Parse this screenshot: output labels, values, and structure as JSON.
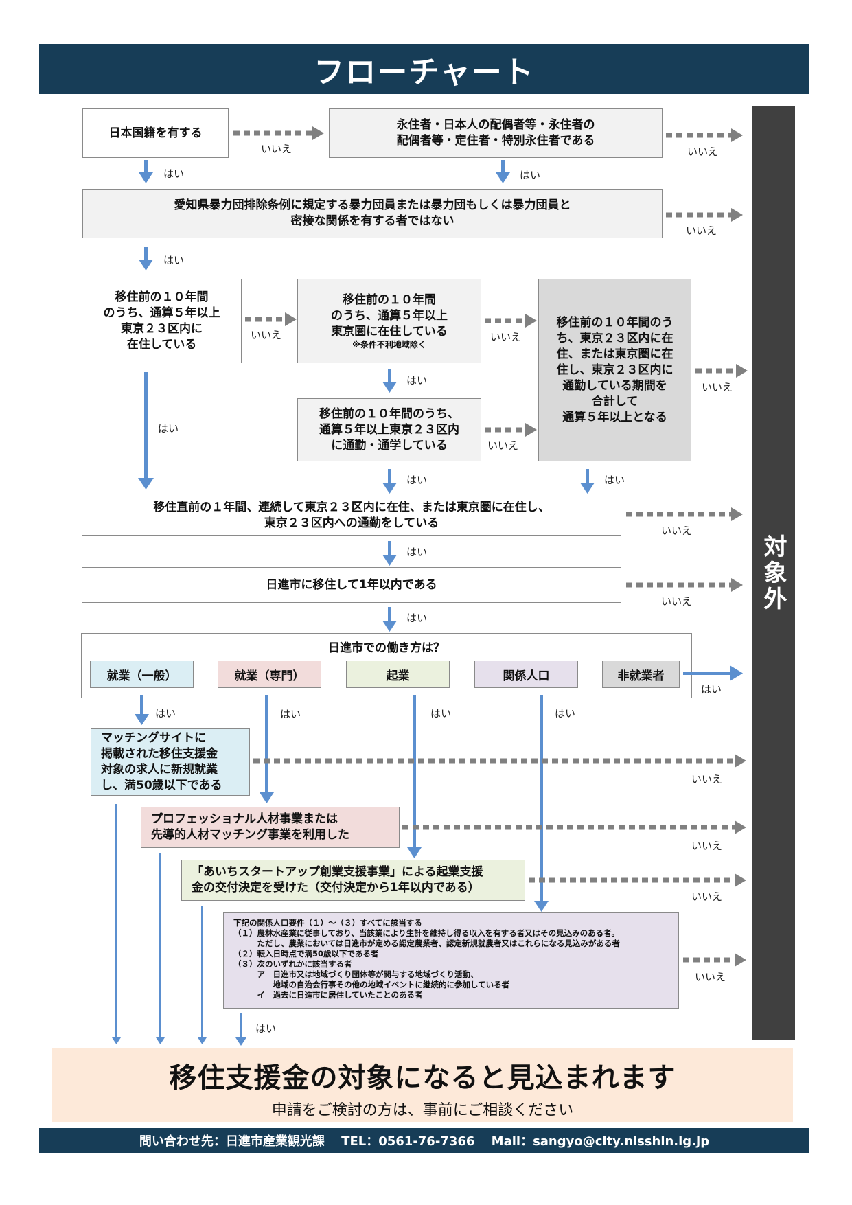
{
  "title": "フローチャート",
  "side_label": "対象外",
  "labels": {
    "yes": "はい",
    "no": "いいえ"
  },
  "boxes": {
    "nationality": "日本国籍を有する",
    "residency": [
      "永住者・日本人の配偶者等・永住者の",
      "配偶者等・定住者・特別永住者である"
    ],
    "gang": [
      "愛知県暴力団排除条例に規定する暴力団員または暴力団もしくは暴力団員と",
      "密接な関係を有する者ではない"
    ],
    "tokyo23_resident": [
      "移住前の１０年間",
      "のうち、通算５年以上",
      "東京２３区内に",
      "在住している"
    ],
    "tokyo_area_resident": [
      "移住前の１０年間",
      "のうち、通算５年以上",
      "東京圏に在住している"
    ],
    "tokyo_area_note": "※条件不利地域除く",
    "tokyo23_commute": [
      "移住前の１０年間のうち、",
      "通算５年以上東京２３区内",
      "に通勤・通学している"
    ],
    "combined": [
      "移住前の１０年間のう",
      "ち、東京２３区内に在",
      "住、または東京圏に在",
      "住し、東京２３区内に",
      "通勤している期間を",
      "合計して",
      "通算５年以上となる"
    ],
    "last_year": [
      "移住直前の１年間、連続して東京２３区内に在住、または東京圏に在住し、",
      "東京２３区内への通勤をしている"
    ],
    "within_year": "日進市に移住して1年以内である",
    "work_style": "日進市での働き方は？",
    "matching": [
      "マッチングサイトに",
      "掲載された移住支援金",
      "対象の求人に新規就業",
      "し、満50歳以下である"
    ],
    "professional": [
      "プロフェッショナル人材事業または",
      "先導的人材マッチング事業を利用した"
    ],
    "startup": [
      "「あいちスタートアップ創業支援事業」による起業支援",
      "金の交付決定を受けた（交付決定から1年以内である）"
    ]
  },
  "work_options": [
    {
      "label": "就業（一般）",
      "color": "#dbeef4"
    },
    {
      "label": "就業（専門）",
      "color": "#f2dcdb"
    },
    {
      "label": "起業",
      "color": "#ebf1de"
    },
    {
      "label": "関係人口",
      "color": "#e6e0ec"
    },
    {
      "label": "非就業者",
      "color": "#d9d9d9"
    }
  ],
  "requirements": [
    "下記の関係人口要件（１）～（３）すべてに該当する",
    "（１）農林水産業に従事しており、当該業により生計を維持し得る収入を有する者又はその見込みのある者。",
    "　　　ただし、農業においては日進市が定める認定農業者、認定新規就農者又はこれらになる見込みがある者",
    "（２）転入日時点で満50歳以下である者",
    "（３）次のいずれかに該当する者",
    "　　　ア　日進市又は地域づくり団体等が関与する地域づくり活動、",
    "　　　　　地域の自治会行事その他の地域イベントに継続的に参加している者",
    "　　　イ　過去に日進市に居住していたことのある者"
  ],
  "result": {
    "main": "移住支援金の対象になると見込まれます",
    "sub": "申請をご検討の方は、事前にご相談ください"
  },
  "footer": "問い合わせ先：日進市産業観光課　 TEL：0561-76-7366　 Mail：sangyo@city.nisshin.lg.jp",
  "colors": {
    "header_bg": "#173d57",
    "arrow_blue": "#5b8fcf",
    "arrow_grey": "#808080",
    "side_bar": "#404040",
    "result_bg": "#fde9d9"
  }
}
